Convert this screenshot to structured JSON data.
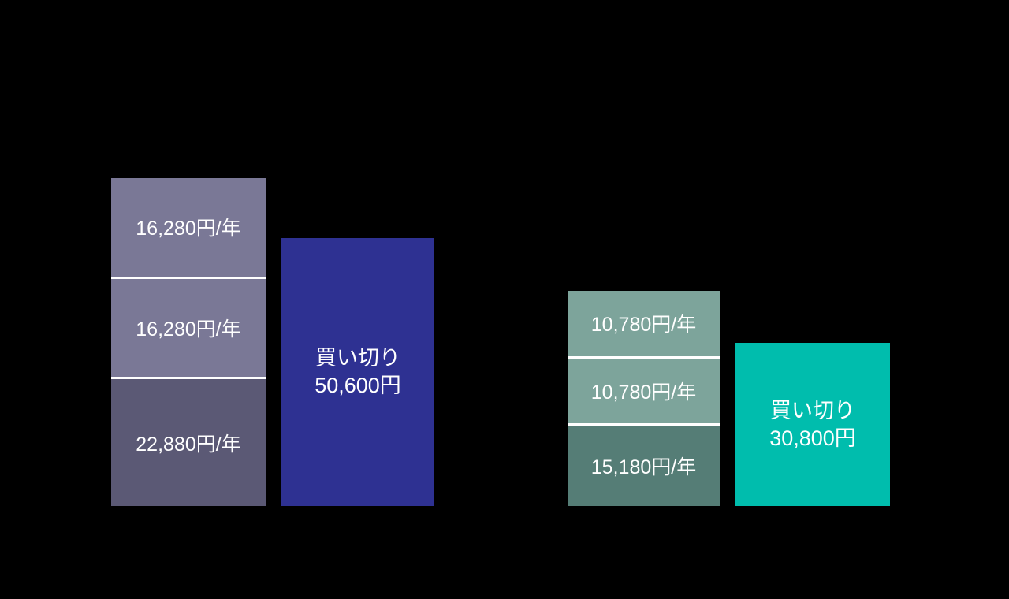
{
  "background_color": "#000000",
  "text_color": "#ffffff",
  "divider_color": "#ffffff",
  "chart_data": {
    "type": "bar",
    "variant": "stacked subscription cost vs one-time purchase price comparison",
    "title": "",
    "legend": "none",
    "axes": "none",
    "grid": false,
    "groups": [
      {
        "stack": {
          "values": [
            16280,
            16280,
            22880
          ],
          "labels": [
            "16,280円/年",
            "16,280円/年",
            "22,880円/年"
          ],
          "colors": [
            "#7a7896",
            "#7a7896",
            "#5b5975"
          ]
        },
        "solid": {
          "value": 50600,
          "label_line1": "買い切り",
          "label_line2": "50,600円",
          "color": "#2e3192"
        }
      },
      {
        "stack": {
          "values": [
            10780,
            10780,
            15180
          ],
          "labels": [
            "10,780円/年",
            "10,780円/年",
            "15,180円/年"
          ],
          "colors": [
            "#7da49b",
            "#7da49b",
            "#557d76"
          ]
        },
        "solid": {
          "value": 30800,
          "label_line1": "買い切り",
          "label_line2": "30,800円",
          "color": "#00bdad"
        }
      }
    ]
  }
}
